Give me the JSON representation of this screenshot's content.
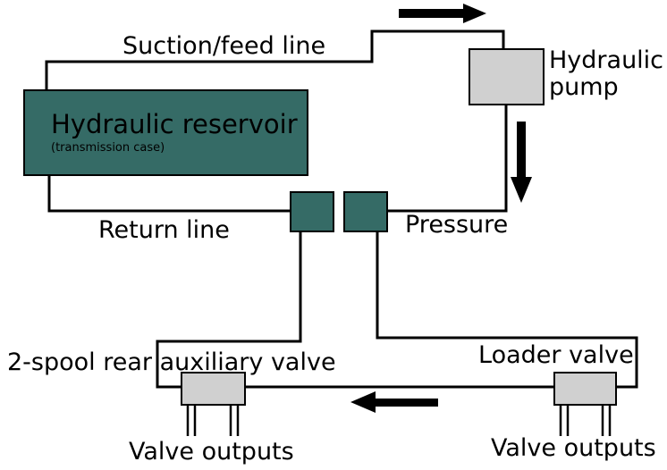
{
  "labels": {
    "suction_line": "Suction/feed line",
    "pump": [
      "Hydraulic",
      "pump"
    ],
    "reservoir": "Hydraulic reservoir",
    "reservoir_sub": "(transmission case)",
    "return_line": "Return line",
    "pressure": "Pressure",
    "rear_valve": "2-spool rear auxiliary valve",
    "loader_valve": "Loader valve",
    "outputs_left": "Valve outputs",
    "outputs_right": "Valve outputs"
  },
  "colors": {
    "reservoir": "#356b66",
    "valve_block": "#356b66",
    "component_gray": "#d0d0d0",
    "line": "#000000"
  },
  "icons": [
    "arrow-right-icon",
    "arrow-down-icon",
    "arrow-left-icon"
  ]
}
